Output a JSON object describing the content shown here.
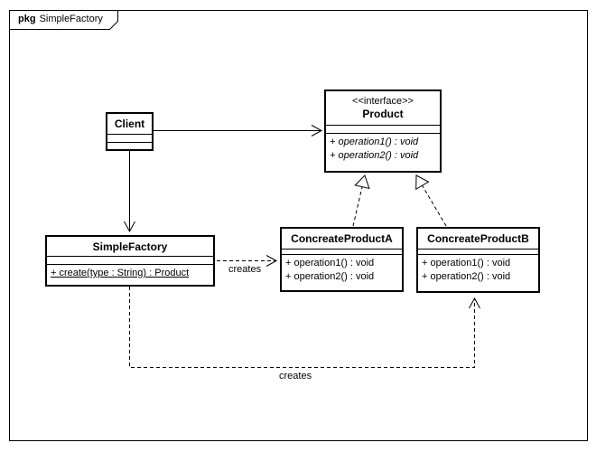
{
  "package": {
    "keyword": "pkg",
    "name": "SimpleFactory"
  },
  "classes": {
    "client": {
      "name": "Client"
    },
    "product": {
      "stereotype": "<<interface>>",
      "name": "Product",
      "operations": [
        "+ operation1() : void",
        "+ operation2() : void"
      ]
    },
    "simple_factory": {
      "name": "SimpleFactory",
      "operations": [
        "+ create(type : String) : Product"
      ]
    },
    "concrete_product_a": {
      "name": "ConcreateProductA",
      "operations": [
        "+ operation1() : void",
        "+ operation2() : void"
      ]
    },
    "concrete_product_b": {
      "name": "ConcreateProductB",
      "operations": [
        "+ operation1() : void",
        "+ operation2() : void"
      ]
    }
  },
  "edges": {
    "creates_a_label": "creates",
    "creates_b_label": "creates"
  },
  "colors": {
    "line": "#000000",
    "fill": "#ffffff",
    "background": "#ffffff"
  }
}
